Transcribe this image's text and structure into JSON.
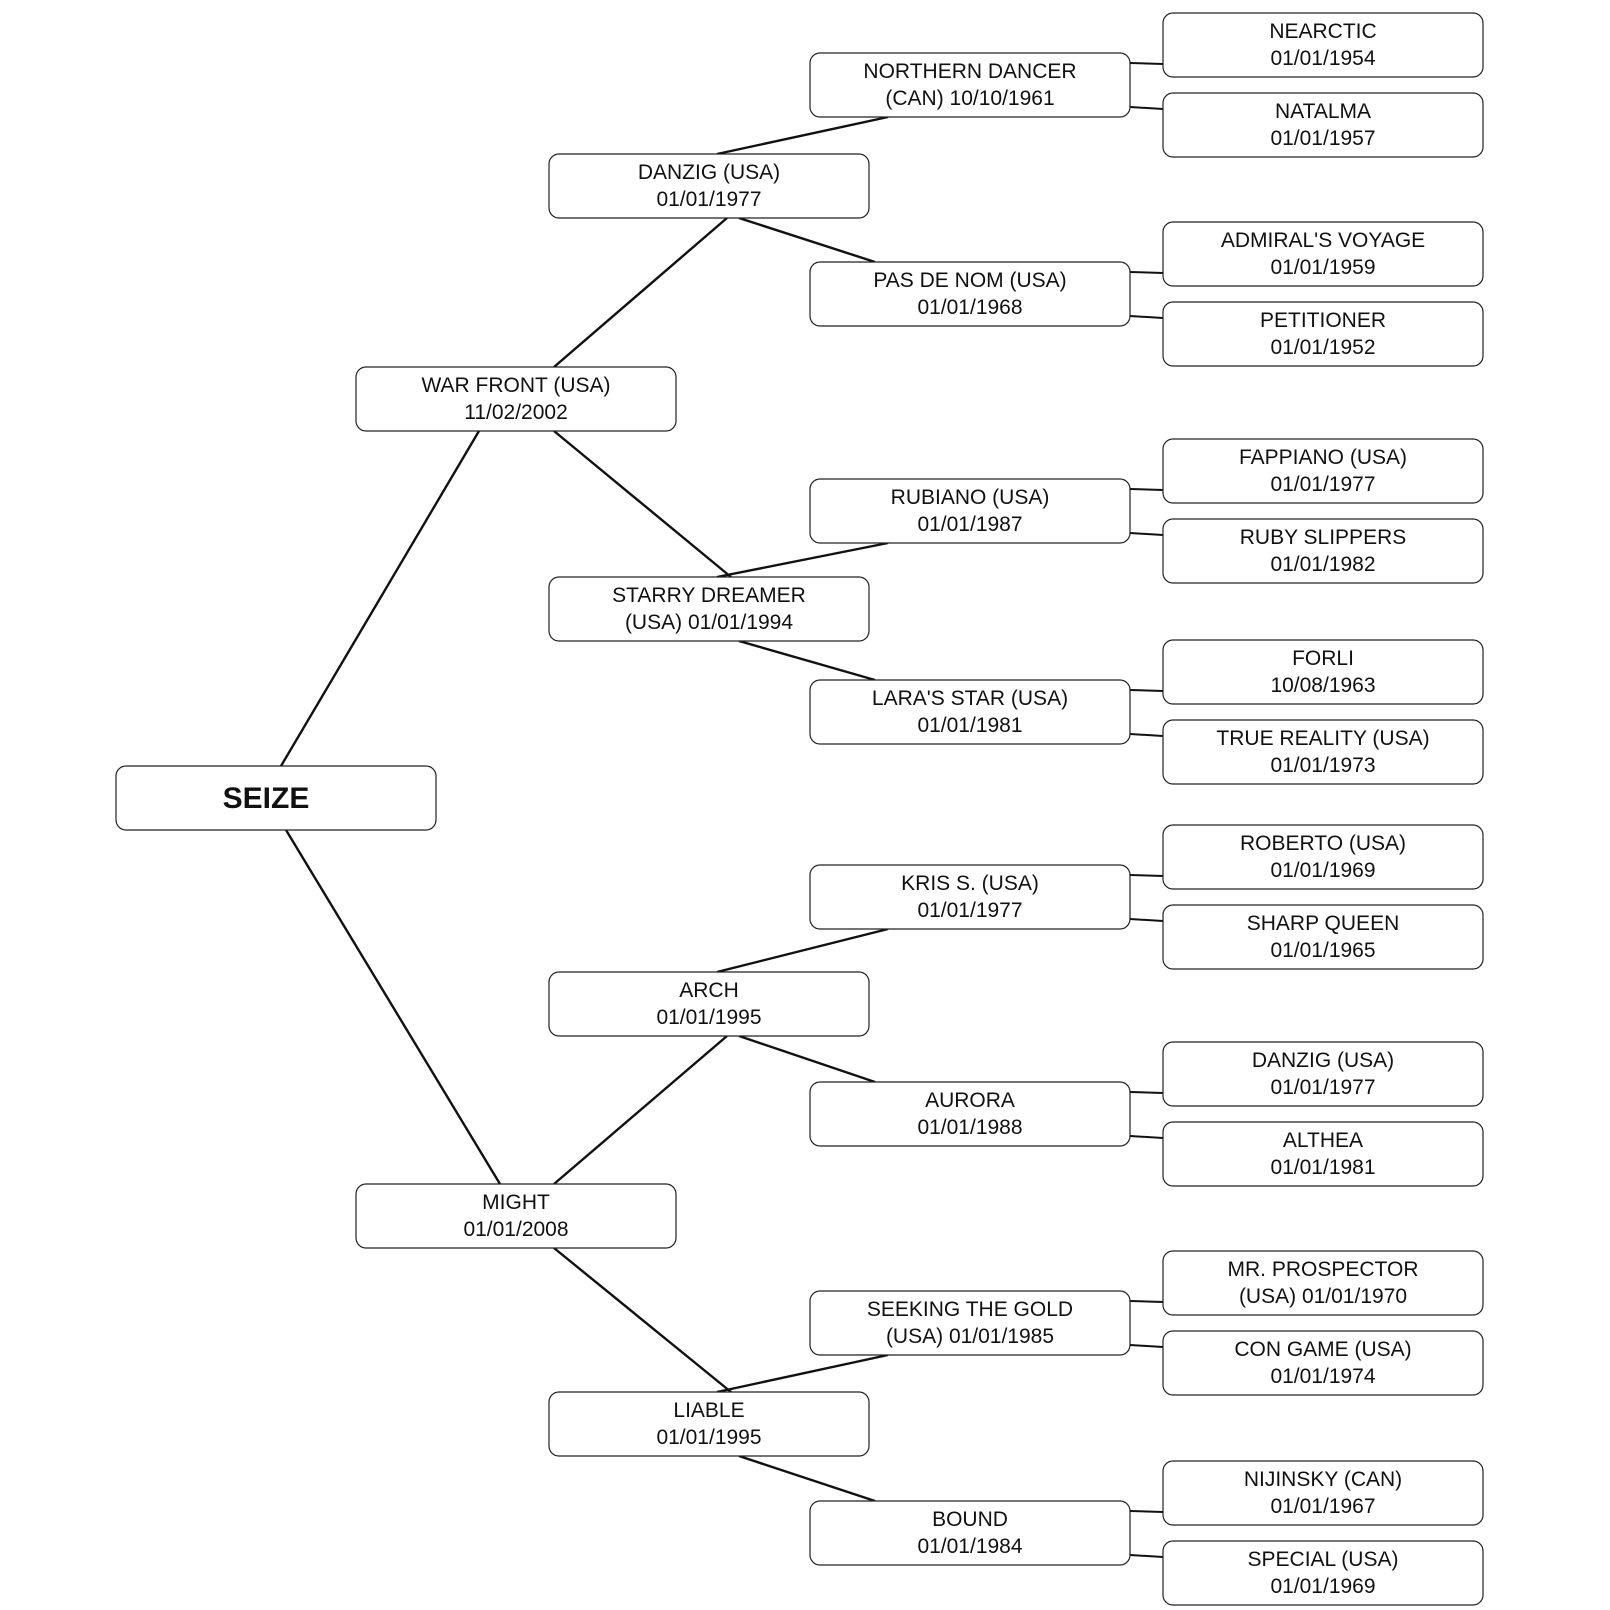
{
  "pedigree": {
    "subject": {
      "lines": [
        "SEIZE"
      ]
    },
    "sire": {
      "lines": [
        "WAR FRONT (USA)",
        "11/02/2002"
      ]
    },
    "dam": {
      "lines": [
        "MIGHT",
        "01/01/2008"
      ]
    },
    "sire_sire": {
      "lines": [
        "DANZIG (USA)",
        "01/01/1977"
      ]
    },
    "sire_dam": {
      "lines": [
        "STARRY DREAMER",
        "(USA) 01/01/1994"
      ]
    },
    "dam_sire": {
      "lines": [
        "ARCH",
        "01/01/1995"
      ]
    },
    "dam_dam": {
      "lines": [
        "LIABLE",
        "01/01/1995"
      ]
    },
    "ss_sire": {
      "lines": [
        "NORTHERN DANCER",
        "(CAN) 10/10/1961"
      ]
    },
    "ss_dam": {
      "lines": [
        "PAS DE NOM (USA)",
        "01/01/1968"
      ]
    },
    "sd_sire": {
      "lines": [
        "RUBIANO (USA)",
        "01/01/1987"
      ]
    },
    "sd_dam": {
      "lines": [
        "LARA'S STAR (USA)",
        "01/01/1981"
      ]
    },
    "ds_sire": {
      "lines": [
        "KRIS S. (USA)",
        "01/01/1977"
      ]
    },
    "ds_dam": {
      "lines": [
        "AURORA",
        "01/01/1988"
      ]
    },
    "dd_sire": {
      "lines": [
        "SEEKING THE GOLD",
        "(USA) 01/01/1985"
      ]
    },
    "dd_dam": {
      "lines": [
        "BOUND",
        "01/01/1984"
      ]
    },
    "g4_01": {
      "lines": [
        "NEARCTIC",
        "01/01/1954"
      ]
    },
    "g4_02": {
      "lines": [
        "NATALMA",
        "01/01/1957"
      ]
    },
    "g4_03": {
      "lines": [
        "ADMIRAL'S VOYAGE",
        "01/01/1959"
      ]
    },
    "g4_04": {
      "lines": [
        "PETITIONER",
        "01/01/1952"
      ]
    },
    "g4_05": {
      "lines": [
        "FAPPIANO (USA)",
        "01/01/1977"
      ]
    },
    "g4_06": {
      "lines": [
        "RUBY SLIPPERS",
        "01/01/1982"
      ]
    },
    "g4_07": {
      "lines": [
        "FORLI",
        "10/08/1963"
      ]
    },
    "g4_08": {
      "lines": [
        "TRUE REALITY (USA)",
        "01/01/1973"
      ]
    },
    "g4_09": {
      "lines": [
        "ROBERTO (USA)",
        "01/01/1969"
      ]
    },
    "g4_10": {
      "lines": [
        "SHARP QUEEN",
        "01/01/1965"
      ]
    },
    "g4_11": {
      "lines": [
        "DANZIG (USA)",
        "01/01/1977"
      ]
    },
    "g4_12": {
      "lines": [
        "ALTHEA",
        "01/01/1981"
      ]
    },
    "g4_13": {
      "lines": [
        "MR. PROSPECTOR",
        "(USA) 01/01/1970"
      ]
    },
    "g4_14": {
      "lines": [
        "CON GAME (USA)",
        "01/01/1974"
      ]
    },
    "g4_15": {
      "lines": [
        "NIJINSKY (CAN)",
        "01/01/1967"
      ]
    },
    "g4_16": {
      "lines": [
        "SPECIAL (USA)",
        "01/01/1969"
      ]
    }
  }
}
